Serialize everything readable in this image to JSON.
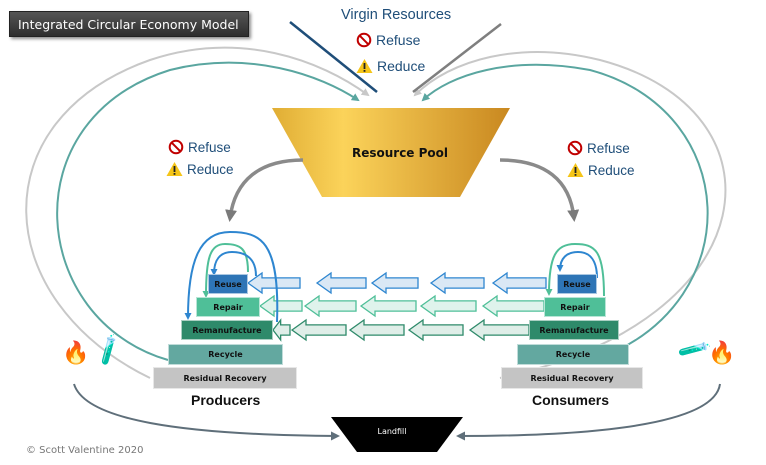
{
  "title": "Integrated Circular Economy Model",
  "top": {
    "heading": "Virgin Resources",
    "refuse": "Refuse",
    "reduce": "Reduce"
  },
  "left_actions": {
    "refuse": "Refuse",
    "reduce": "Reduce"
  },
  "right_actions": {
    "refuse": "Refuse",
    "reduce": "Reduce"
  },
  "resource_pool": "Resource Pool",
  "landfill": "Landfill",
  "producers": {
    "label": "Producers",
    "tiers": [
      "Reuse",
      "Repair",
      "Remanufacture",
      "Recycle",
      "Residual Recovery"
    ]
  },
  "consumers": {
    "label": "Consumers",
    "tiers": [
      "Reuse",
      "Repair",
      "Remanufacture",
      "Recycle",
      "Residual Recovery"
    ]
  },
  "icons": {
    "refuse": "prohibited-icon",
    "reduce": "warning-icon",
    "incineration": "fire-icon",
    "chemical": "test-tube-icon"
  },
  "colors": {
    "reuse": "#2e75b6",
    "repair": "#4fbf98",
    "remanufacture": "#2e8a6a",
    "recycle": "#63a8a0",
    "residual": "#c4c4c4",
    "teal_loop": "#5aa6a0",
    "gray_loop": "#c8c8c8",
    "text_blue": "#1f4e79"
  },
  "copyright": "© Scott Valentine 2020"
}
